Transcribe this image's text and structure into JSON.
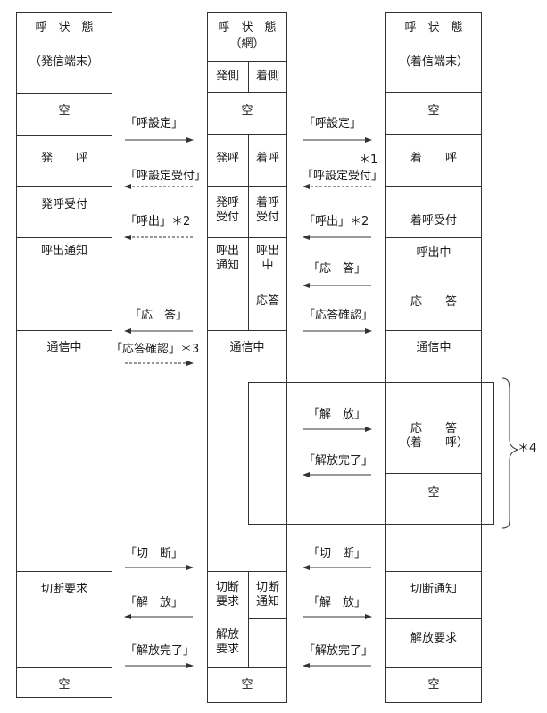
{
  "caller": {
    "header": {
      "title": "呼　状　態",
      "subtitle": "（発信端末）"
    },
    "states": [
      "空",
      "発　　呼",
      "発呼受付",
      "呼出通知",
      "通信中",
      "切断要求",
      "空"
    ]
  },
  "network": {
    "header": {
      "title": "呼　状　態",
      "subtitle": "（網）",
      "left": "発側",
      "right": "着側"
    },
    "states": {
      "idle": "空",
      "left_calling": "発呼",
      "right_incoming": "着呼",
      "left_accept": "発呼\n受付",
      "right_accept": "着呼\n受付",
      "left_ringing": "呼出\n通知",
      "right_ringing": "呼出\n中",
      "right_answer": "応答",
      "connected": "通信中",
      "left_disc_req": "切断\n要求",
      "right_disc_notify": "切断\n通知",
      "left_release_req": "解放\n要求",
      "idle_end": "空"
    }
  },
  "callee": {
    "header": {
      "title": "呼　状　態",
      "subtitle": "（着信端末）"
    },
    "states": [
      "空",
      "着　　呼",
      "着呼受付",
      "呼出中",
      "応　　答",
      "通信中",
      "応　　答\n（着　　呼）",
      "空",
      "切断通知",
      "解放要求",
      "空"
    ]
  },
  "messages_left": [
    "「呼設定」",
    "「呼設定受付」",
    "「呼出」＊2",
    "「応　答」",
    "「応答確認」＊3",
    "「切　断」",
    "「解　放」",
    "「解放完了」"
  ],
  "messages_right": [
    "「呼設定」",
    "＊1",
    "「呼設定受付」",
    "「呼出」＊2",
    "「応　答」",
    "「応答確認」",
    "「解　放」",
    "「解放完了」",
    "「切　断」",
    "「解　放」",
    "「解放完了」"
  ],
  "note_brace": "＊4"
}
